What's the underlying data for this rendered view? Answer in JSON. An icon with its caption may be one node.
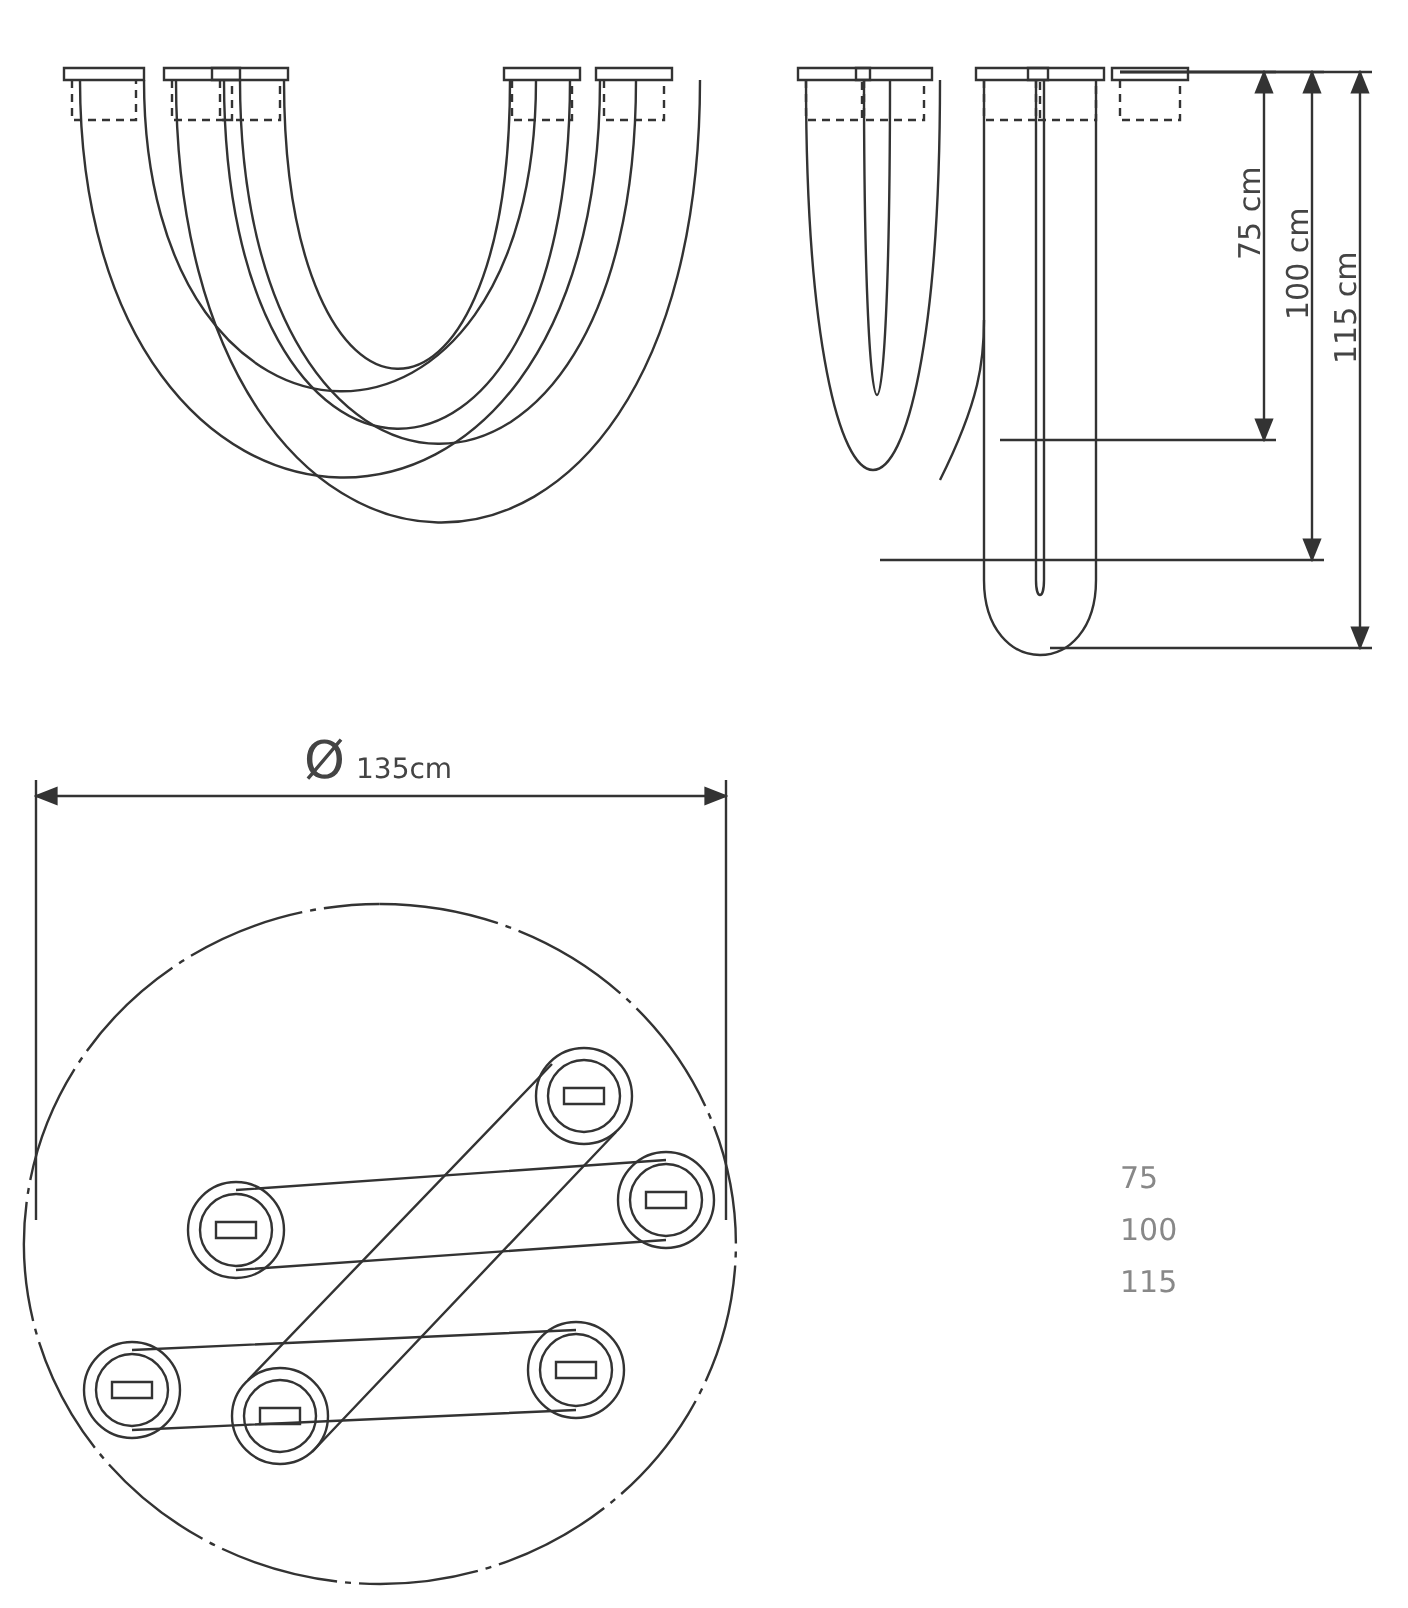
{
  "diagram": {
    "labels": [
      "75 cm",
      "100 cm",
      "115 cm",
      "Ø",
      "135cm",
      "75",
      "100",
      "115"
    ]
  }
}
